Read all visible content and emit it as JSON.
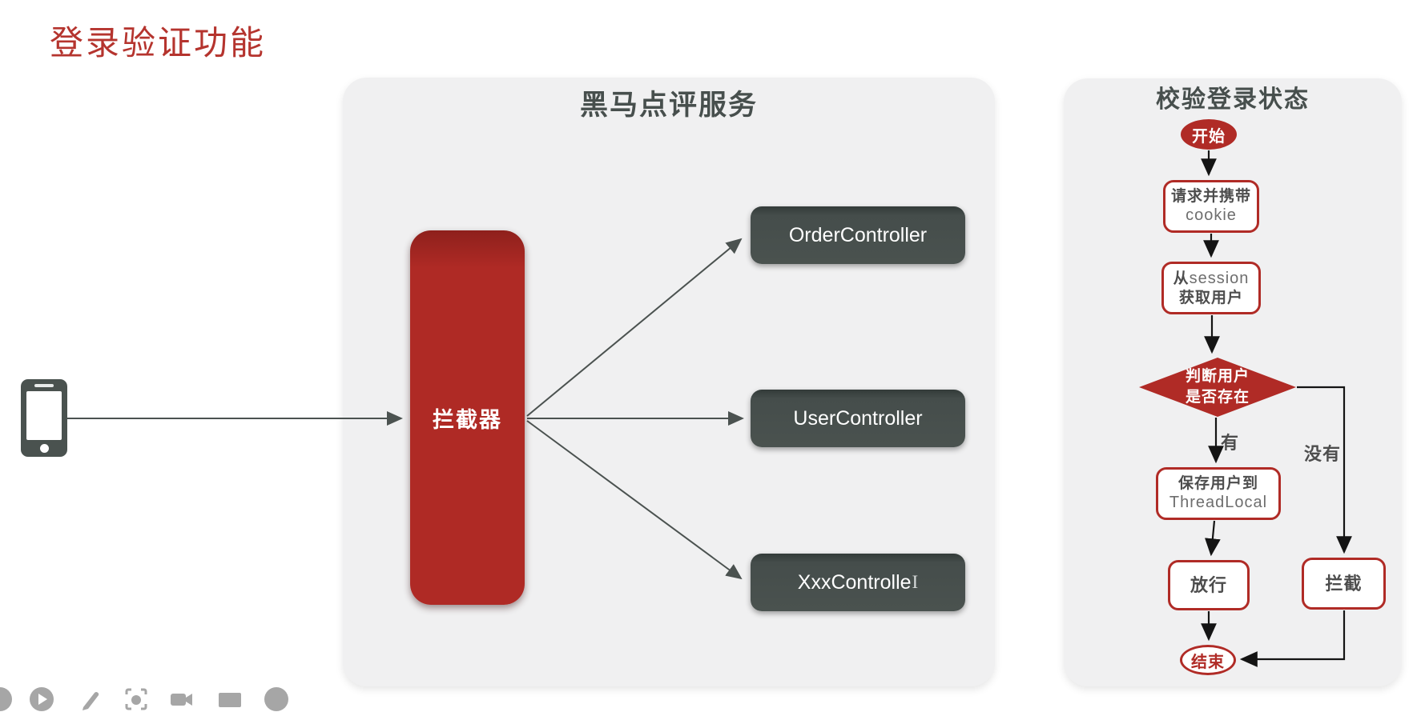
{
  "page_title": "登录验证功能",
  "client": {
    "icon": "smartphone-icon"
  },
  "service_panel": {
    "title": "黑马点评服务",
    "interceptor_label": "拦截器",
    "controllers": [
      {
        "label": "OrderController"
      },
      {
        "label": "UserController"
      },
      {
        "label": "XxxControlle",
        "text_cursor": "I"
      }
    ]
  },
  "flow_panel": {
    "title": "校验登录状态",
    "start_label": "开始",
    "request_box": {
      "line1": "请求并携带",
      "line2": "cookie"
    },
    "session_box": {
      "line1_cn": "从",
      "line1_en": "session",
      "line2": "获取用户"
    },
    "decision": {
      "line1": "判断用户",
      "line2": "是否存在"
    },
    "save_box": {
      "line1": "保存用户到",
      "line2": "ThreadLocal"
    },
    "pass_label": "放行",
    "intercept_label": "拦截",
    "end_label": "结束",
    "label_yes": "有",
    "label_no": "没有"
  },
  "toolbar_icons": [
    "circle-icon",
    "pointer-icon",
    "pen-icon",
    "screenshot-camera-icon",
    "video-camera-icon",
    "monitor-icon",
    "circle-icon"
  ],
  "colors": {
    "accent_red": "#B02B26",
    "title_red": "#B5342E",
    "dark_slate": "#4A524F",
    "panel_gray": "#F0F0F1",
    "flow_text_gray": "#4D4D4D",
    "latin_gray": "#6E6E6E",
    "toolbar_icon_gray": "#A6A6A6"
  }
}
